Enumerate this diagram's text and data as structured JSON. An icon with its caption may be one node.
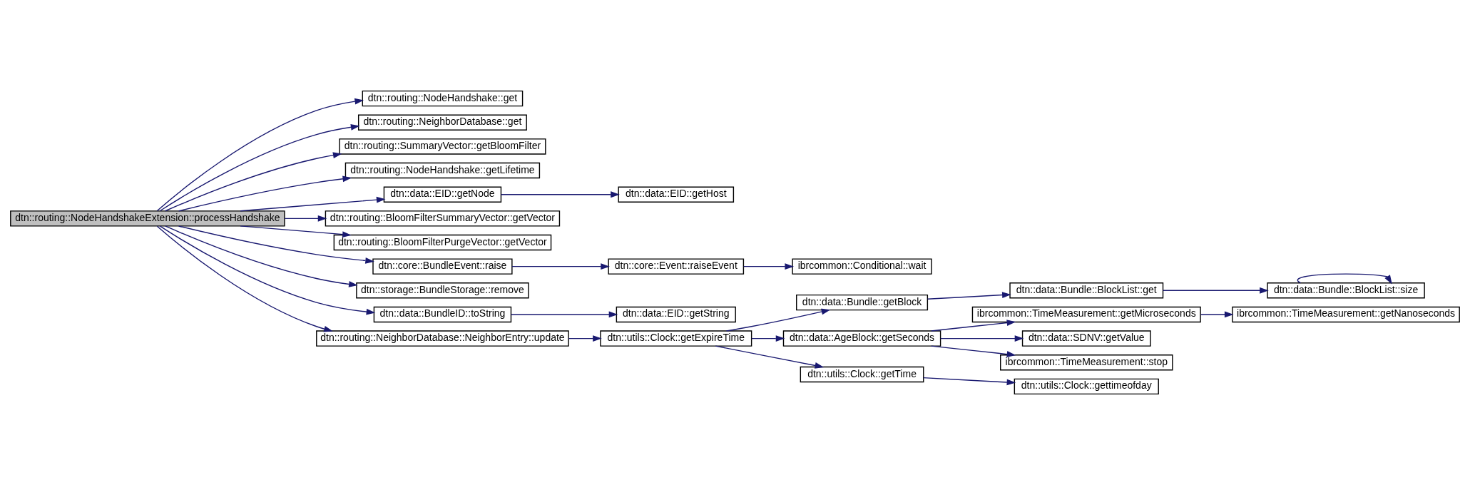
{
  "diagram": {
    "nodes": [
      {
        "text": [
          "dtn::routing::NodeHandshakeExtension::processHandshake"
        ]
      },
      {
        "text": [
          "dtn::routing::NodeHandshake::get"
        ]
      },
      {
        "text": [
          "dtn::routing::NeighborDatabase::get"
        ]
      },
      {
        "text": [
          "dtn::routing::SummaryVector::getBloomFilter"
        ]
      },
      {
        "text": [
          "dtn::routing::NodeHandshake::getLifetime"
        ]
      },
      {
        "text": [
          "dtn::data::EID::getNode"
        ]
      },
      {
        "text": [
          "dtn::data::EID::getHost"
        ]
      },
      {
        "text": [
          "dtn::routing::BloomFilterSummaryVector::getVector"
        ]
      },
      {
        "text": [
          "dtn::routing::BloomFilterPurgeVector::getVector"
        ]
      },
      {
        "text": [
          "dtn::core::BundleEvent::raise"
        ]
      },
      {
        "text": [
          "dtn::core::Event::raiseEvent"
        ]
      },
      {
        "text": [
          "ibrcommon::Conditional::wait"
        ]
      },
      {
        "text": [
          "dtn::storage::BundleStorage::remove"
        ]
      },
      {
        "text": [
          "dtn::data::BundleID::toString"
        ]
      },
      {
        "text": [
          "dtn::data::EID::getString"
        ]
      },
      {
        "text": [
          "dtn::routing::NeighborDatabase::NeighborEntry::update"
        ]
      },
      {
        "text": [
          "dtn::utils::Clock::getExpireTime"
        ]
      },
      {
        "text": [
          "dtn::data::Bundle::getBlock"
        ]
      },
      {
        "text": [
          "dtn::data::Bundle::BlockList::get"
        ]
      },
      {
        "text": [
          "dtn::data::Bundle::BlockList::size"
        ]
      },
      {
        "text": [
          "dtn::data::AgeBlock::getSeconds"
        ]
      },
      {
        "text": [
          "ibrcommon::TimeMeasurement::getMicroseconds"
        ]
      },
      {
        "text": [
          "ibrcommon::TimeMeasurement::getNanoseconds"
        ]
      },
      {
        "text": [
          "dtn::data::SDNV::getValue"
        ]
      },
      {
        "text": [
          "ibrcommon::TimeMeasurement::stop"
        ]
      },
      {
        "text": [
          "dtn::utils::Clock::getTime"
        ]
      },
      {
        "text": [
          "dtn::utils::Clock::gettimeofday"
        ]
      }
    ],
    "edges": [
      {
        "from": 0,
        "to": 1,
        "arrow": "to"
      },
      {
        "from": 0,
        "to": 2,
        "arrow": "to"
      },
      {
        "from": 0,
        "to": 3,
        "arrow": "to"
      },
      {
        "from": 0,
        "to": 4,
        "arrow": "to"
      },
      {
        "from": 0,
        "to": 5,
        "arrow": "to"
      },
      {
        "from": 0,
        "to": 7,
        "arrow": "to"
      },
      {
        "from": 0,
        "to": 8,
        "arrow": "to"
      },
      {
        "from": 0,
        "to": 9,
        "arrow": "to"
      },
      {
        "from": 0,
        "to": 12,
        "arrow": "to"
      },
      {
        "from": 0,
        "to": 13,
        "arrow": "to"
      },
      {
        "from": 0,
        "to": 15,
        "arrow": "to"
      },
      {
        "from": 5,
        "to": 6,
        "arrow": "to"
      },
      {
        "from": 9,
        "to": 10,
        "arrow": "to"
      },
      {
        "from": 10,
        "to": 11,
        "arrow": "to"
      },
      {
        "from": 13,
        "to": 14,
        "arrow": "to"
      },
      {
        "from": 15,
        "to": 16,
        "arrow": "to"
      },
      {
        "from": 16,
        "to": 17,
        "arrow": "to"
      },
      {
        "from": 16,
        "to": 20,
        "arrow": "to"
      },
      {
        "from": 16,
        "to": 25,
        "arrow": "to"
      },
      {
        "from": 17,
        "to": 18,
        "arrow": "to"
      },
      {
        "from": 18,
        "to": 19,
        "arrow": "to"
      },
      {
        "from": 19,
        "to": 19,
        "arrow": "to"
      },
      {
        "from": 20,
        "to": 21,
        "arrow": "to"
      },
      {
        "from": 20,
        "to": 23,
        "arrow": "to"
      },
      {
        "from": 20,
        "to": 24,
        "arrow": "to"
      },
      {
        "from": 21,
        "to": 22,
        "arrow": "to"
      },
      {
        "from": 25,
        "to": 26,
        "arrow": "to"
      }
    ]
  }
}
